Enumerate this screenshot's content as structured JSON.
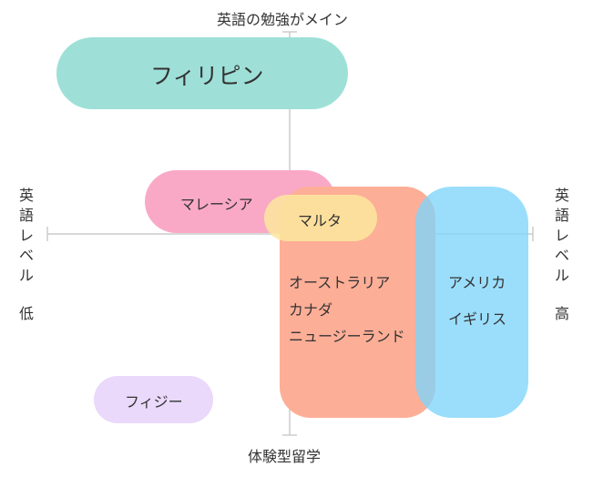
{
  "axes": {
    "top": "英語の勉強がメイン",
    "bottom": "体験型留学",
    "left": "英語レベル　低",
    "right": "英語レベル　高"
  },
  "regions": [
    {
      "id": "philippines",
      "lines": [
        "フィリピン"
      ],
      "color": "#9ee0d8"
    },
    {
      "id": "malaysia",
      "lines": [
        "マレーシア"
      ],
      "color": "#f9a9c6"
    },
    {
      "id": "anglophone-pacific",
      "lines": [
        "オーストラリア",
        "カナダ",
        "ニュージーランド"
      ],
      "color": "#fdae97"
    },
    {
      "id": "us-uk",
      "lines": [
        "アメリカ",
        "イギリス"
      ],
      "color": "#7fd5fb"
    },
    {
      "id": "malta",
      "lines": [
        "マルタ"
      ],
      "color": "#fde89e"
    },
    {
      "id": "fiji",
      "lines": [
        "フィジー"
      ],
      "color": "#ead9fa"
    }
  ]
}
